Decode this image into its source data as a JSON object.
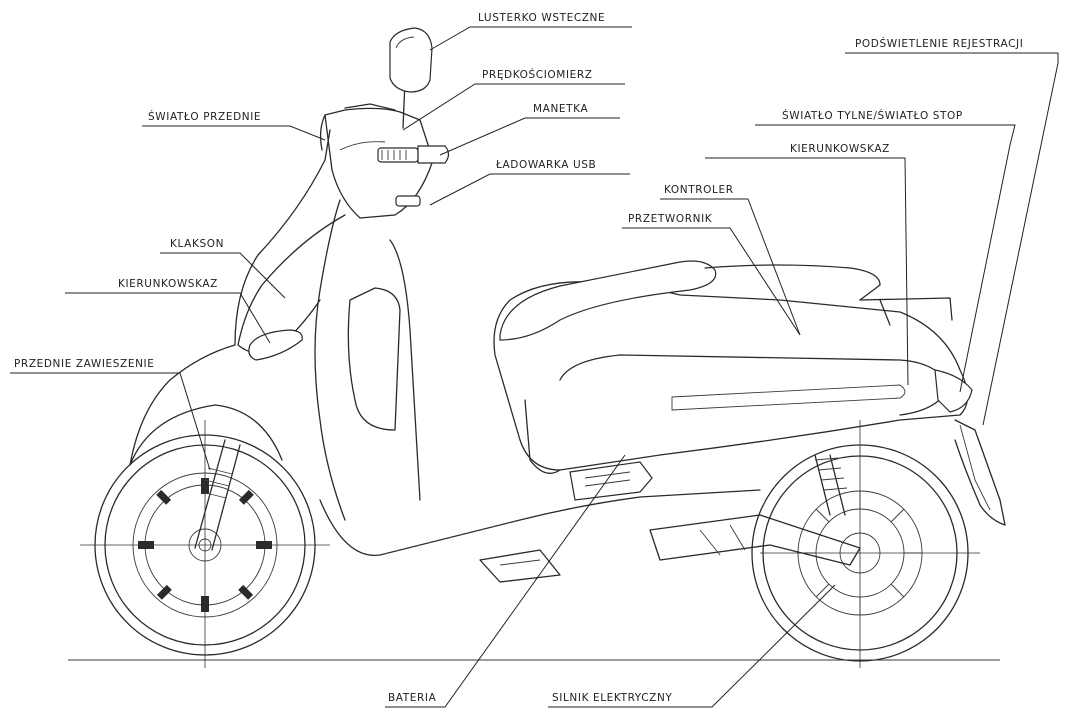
{
  "labels": {
    "mirror": "LUSTERKO WSTECZNE",
    "speedometer": "PRĘDKOŚCIOMIERZ",
    "throttle": "MANETKA",
    "usb_charger": "ŁADOWARKA USB",
    "front_light": "ŚWIATŁO PRZEDNIE",
    "horn": "KLAKSON",
    "front_indicator": "KIERUNKOWSKAZ",
    "front_suspension": "PRZEDNIE ZAWIESZENIE",
    "plate_light": "PODŚWIETLENIE REJESTRACJI",
    "tail_stop_light": "ŚWIATŁO TYLNE/ŚWIATŁO STOP",
    "rear_indicator": "KIERUNKOWSKAZ",
    "controller": "KONTROLER",
    "converter": "PRZETWORNIK",
    "battery": "BATERIA",
    "electric_motor": "SILNIK ELEKTRYCZNY"
  },
  "colors": {
    "ink": "#222222",
    "background": "#ffffff"
  }
}
